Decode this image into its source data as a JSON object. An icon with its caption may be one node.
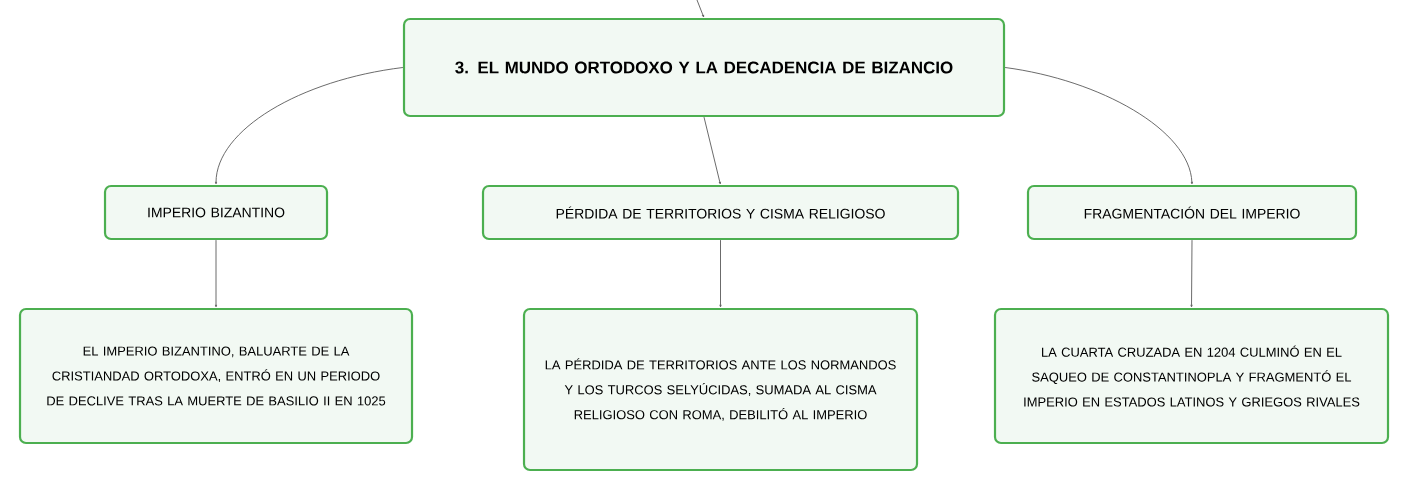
{
  "diagram": {
    "nodes": [
      {
        "text": [
          "3. EL MUNDO ORTODOXO Y LA DECADENCIA DE BIZANCIO"
        ]
      },
      {
        "text": [
          "IMPERIO BIZANTINO"
        ]
      },
      {
        "text": [
          "PÉRDIDA DE TERRITORIOS Y CISMA RELIGIOSO"
        ]
      },
      {
        "text": [
          "FRAGMENTACIÓN DEL IMPERIO"
        ]
      },
      {
        "text": [
          "EL IMPERIO BIZANTINO, BALUARTE DE LA CRISTIANDAD ORTODOXA, ENTRÓ EN UN PERIODO DE DECLIVE TRAS LA MUERTE DE BASILIO II EN 1025"
        ]
      },
      {
        "text": [
          "LA PÉRDIDA DE TERRITORIOS ANTE LOS NORMANDOS Y LOS TURCOS SELYÚCIDAS, SUMADA AL CISMA RELIGIOSO CON ROMA, DEBILITÓ AL IMPERIO"
        ]
      },
      {
        "text": [
          "LA CUARTA CRUZADA EN 1204 CULMINÓ EN EL SAQUEO DE CONSTANTINOPLA Y FRAGMENTÓ EL IMPERIO EN ESTADOS LATINOS Y GRIEGOS RIVALES"
        ]
      }
    ],
    "edges": [
      {
        "from": null,
        "to": 0,
        "arrow": "to"
      },
      {
        "from": 0,
        "to": 1,
        "arrow": "to"
      },
      {
        "from": 0,
        "to": 2,
        "arrow": "to"
      },
      {
        "from": 0,
        "to": 3,
        "arrow": "to"
      },
      {
        "from": 1,
        "to": 4,
        "arrow": "to"
      },
      {
        "from": 2,
        "to": 5,
        "arrow": "to"
      },
      {
        "from": 3,
        "to": 6,
        "arrow": "to"
      }
    ]
  }
}
